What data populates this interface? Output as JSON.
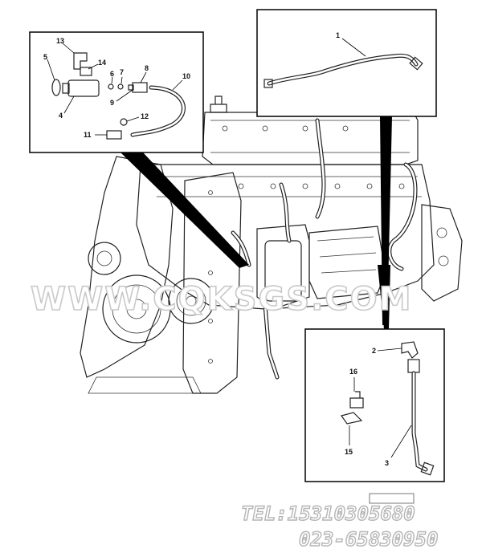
{
  "callouts": {
    "n1": "1",
    "n2": "2",
    "n3": "3",
    "n4": "4",
    "n5": "5",
    "n6": "6",
    "n7": "7",
    "n8": "8",
    "n9": "9",
    "n10": "10",
    "n11": "11",
    "n12": "12",
    "n13": "13",
    "n14": "14",
    "n15": "15",
    "n16": "16"
  },
  "watermark": "WWW.CQKSGS.COM",
  "contact": {
    "tel": "TEL:15310305680",
    "phone": "023-65830950"
  },
  "colors": {
    "ink": "#222222",
    "watermark_outline": "#c9c9c9",
    "background": "#ffffff"
  }
}
